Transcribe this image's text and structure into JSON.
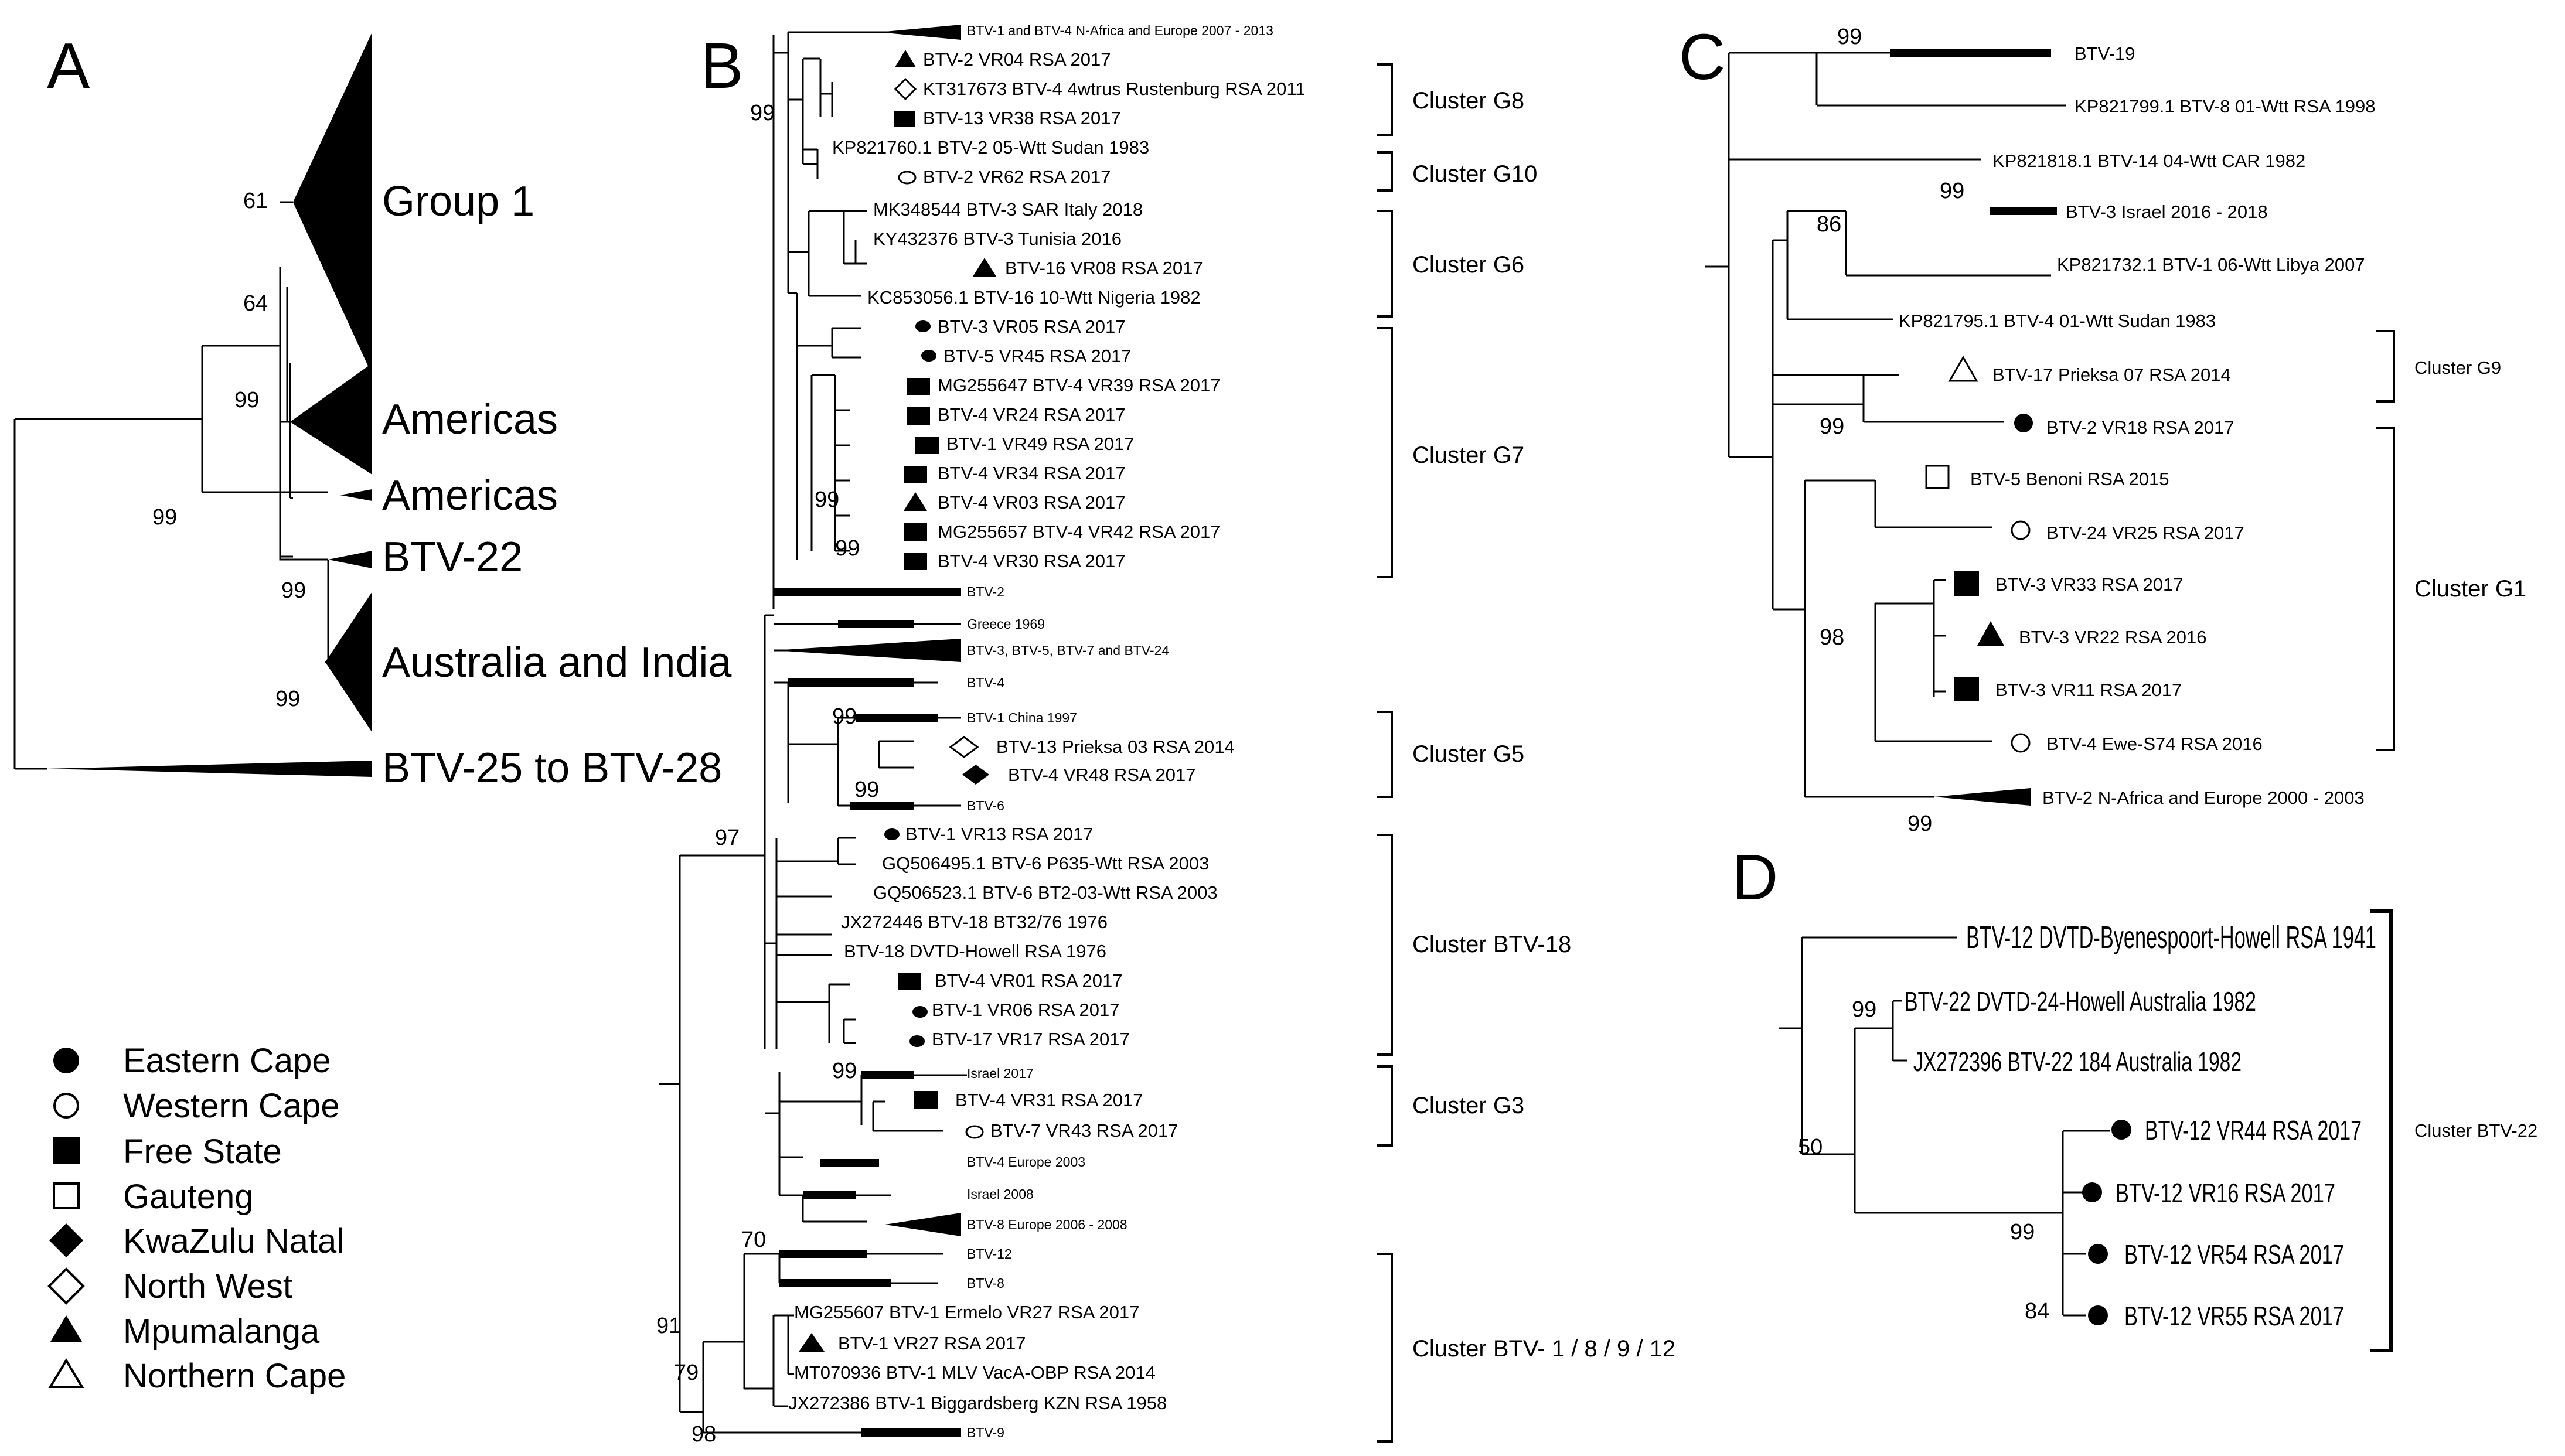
{
  "panels": {
    "a": "A",
    "b": "B",
    "c": "C",
    "d": "D"
  },
  "panel_a": {
    "groups": [
      "Group 1",
      "Americas",
      "Americas",
      "BTV-22",
      "Australia and India",
      "BTV-25 to BTV-28"
    ],
    "bootstrap": [
      "61",
      "64",
      "99",
      "99",
      "99",
      "99"
    ]
  },
  "panel_b": {
    "taxa": [
      "BTV-1 and BTV-4 N-Africa and Europe 2007 - 2013",
      "BTV-2 VR04 RSA 2017",
      "KT317673 BTV-4 4wtrus Rustenburg RSA 2011",
      "BTV-13 VR38 RSA 2017",
      "KP821760.1 BTV-2 05-Wtt Sudan 1983",
      "BTV-2 VR62 RSA 2017",
      "MK348544 BTV-3 SAR Italy 2018",
      "KY432376 BTV-3 Tunisia 2016",
      "BTV-16 VR08 RSA 2017",
      "KC853056.1 BTV-16 10-Wtt Nigeria 1982",
      "BTV-3 VR05 RSA 2017",
      "BTV-5 VR45 RSA 2017",
      "MG255647 BTV-4 VR39 RSA 2017",
      "BTV-4 VR24 RSA 2017",
      "BTV-1 VR49 RSA 2017",
      "BTV-4 VR34 RSA 2017",
      "BTV-4 VR03 RSA 2017",
      "MG255657 BTV-4 VR42 RSA 2017",
      "BTV-4 VR30 RSA 2017",
      "BTV-2",
      "Greece 1969",
      "BTV-3, BTV-5, BTV-7 and BTV-24",
      "BTV-4",
      "BTV-1 China 1997",
      "BTV-13 Prieksa 03 RSA 2014",
      "BTV-4 VR48 RSA 2017",
      "BTV-6",
      "BTV-1 VR13 RSA 2017",
      "GQ506495.1 BTV-6 P635-Wtt RSA 2003",
      "GQ506523.1 BTV-6 BT2-03-Wtt RSA 2003",
      "JX272446 BTV-18 BT32/76 1976",
      "BTV-18 DVTD-Howell RSA 1976",
      "BTV-4 VR01 RSA 2017",
      "BTV-1 VR06 RSA 2017",
      "BTV-17 VR17 RSA 2017",
      "Israel 2017",
      "BTV-4 VR31 RSA 2017",
      "BTV-7 VR43 RSA 2017",
      "BTV-4 Europe 2003",
      "Israel 2008",
      "BTV-8 Europe 2006 - 2008",
      "BTV-12",
      "BTV-8",
      "MG255607 BTV-1 Ermelo VR27 RSA 2017",
      "BTV-1 VR27 RSA 2017",
      "MT070936 BTV-1 MLV VacA-OBP RSA 2014",
      "JX272386 BTV-1 Biggardsberg KZN RSA 1958",
      "BTV-9"
    ],
    "clusters": [
      "Cluster G8",
      "Cluster G10",
      "Cluster G6",
      "Cluster G7",
      "Cluster G5",
      "Cluster BTV-18",
      "Cluster G3",
      "Cluster BTV- 1 / 8 / 9 / 12"
    ],
    "bootstrap": [
      "99",
      "99",
      "99",
      "99",
      "99",
      "97",
      "99",
      "70",
      "91",
      "79",
      "98"
    ]
  },
  "panel_c": {
    "taxa": [
      "BTV-19",
      "KP821799.1 BTV-8 01-Wtt RSA 1998",
      "KP821818.1 BTV-14 04-Wtt CAR 1982",
      "BTV-3 Israel 2016 - 2018",
      "KP821732.1 BTV-1 06-Wtt Libya 2007",
      "KP821795.1 BTV-4 01-Wtt Sudan 1983",
      "BTV-17 Prieksa 07 RSA 2014",
      "BTV-2 VR18 RSA 2017",
      "BTV-5 Benoni RSA 2015",
      "BTV-24 VR25 RSA 2017",
      "BTV-3 VR33 RSA 2017",
      "BTV-3 VR22 RSA 2016",
      "BTV-3 VR11 RSA 2017",
      "BTV-4 Ewe-S74 RSA 2016",
      "BTV-2 N-Africa and Europe 2000 - 2003"
    ],
    "clusters": [
      "Cluster G9",
      "Cluster G1"
    ],
    "bootstrap": [
      "99",
      "99",
      "86",
      "99",
      "98",
      "99"
    ]
  },
  "panel_d": {
    "taxa": [
      "BTV-12 DVTD-Byenespoort-Howell RSA 1941",
      "BTV-22 DVTD-24-Howell Australia 1982",
      "JX272396 BTV-22 184 Australia 1982",
      "BTV-12 VR44 RSA 2017",
      "BTV-12 VR16 RSA 2017",
      "BTV-12 VR54 RSA 2017",
      "BTV-12 VR55 RSA 2017"
    ],
    "cluster": "Cluster BTV-22",
    "bootstrap": [
      "99",
      "50",
      "99",
      "84"
    ]
  },
  "legend": [
    {
      "symbol": "filled-circle",
      "label": "Eastern Cape"
    },
    {
      "symbol": "open-circle",
      "label": "Western Cape"
    },
    {
      "symbol": "filled-square",
      "label": "Free State"
    },
    {
      "symbol": "open-square",
      "label": "Gauteng"
    },
    {
      "symbol": "filled-diamond",
      "label": "KwaZulu Natal"
    },
    {
      "symbol": "open-diamond",
      "label": "North West"
    },
    {
      "symbol": "filled-triangle",
      "label": "Mpumalanga"
    },
    {
      "symbol": "open-triangle",
      "label": "Northern Cape"
    }
  ]
}
